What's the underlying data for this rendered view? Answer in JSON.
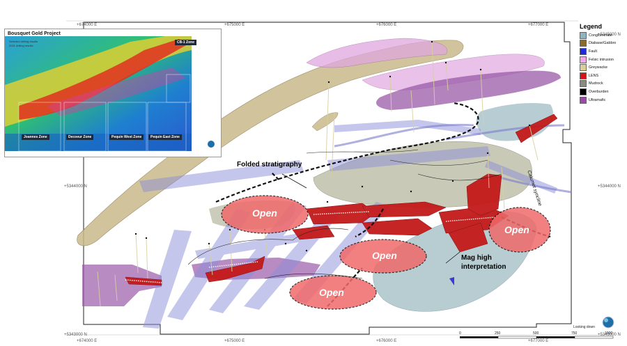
{
  "coordinates": {
    "top": [
      "+674000 E",
      "+675000 E",
      "+676000 E",
      "+677000 E"
    ],
    "bottom": [
      "+674000 E",
      "+675000 E",
      "+676000 E",
      "+677000 E"
    ],
    "left": [
      "+5344000 N",
      "+5343000 N"
    ],
    "right": [
      "+5344000 N",
      "+5343000 N",
      "+5345000 N"
    ]
  },
  "legend": {
    "title": "Legend",
    "items": [
      {
        "label": "Conglomerate",
        "color": "#8fb3bf"
      },
      {
        "label": "Diabase/Gabbro",
        "color": "#8a6a2a"
      },
      {
        "label": "Fault",
        "color": "#1f2bd6"
      },
      {
        "label": "Felsic intrusion",
        "color": "#f0a8e8"
      },
      {
        "label": "Greywacke",
        "color": "#d8cf9a"
      },
      {
        "label": "LENS",
        "color": "#d21414"
      },
      {
        "label": "Mudrock",
        "color": "#8a8a80"
      },
      {
        "label": "Overburden",
        "color": "#000000"
      },
      {
        "label": "Ultramafic",
        "color": "#9a4aa8"
      }
    ]
  },
  "inset": {
    "title": "Bousquet Gold Project",
    "legend_items": [
      "Selected drilling results",
      "2021 drilling results"
    ],
    "zone_top": "CB-1 Zone",
    "zones": [
      "Joannes Zone",
      "Decoeur Zone",
      "Pequin West Zone",
      "Pequin East Zone"
    ]
  },
  "annotations": {
    "folded": "Folded stratigraphy",
    "mag": "Mag high\ninterpretation",
    "calumet": "Calumet syncline",
    "open": [
      "Open",
      "Open",
      "Open",
      "Open"
    ]
  },
  "view": "Looking down",
  "scale": [
    "0",
    "250",
    "500",
    "750",
    "1000"
  ],
  "colors": {
    "greywacke": "#c9b98a",
    "felsic": "#d9a0d8",
    "ultramafic": "#9a5aa8",
    "fault": "#8c8ed8",
    "lens": "#c41a1a",
    "conglomerate": "#9ab8c0",
    "open_fill": "#f06a6a"
  }
}
